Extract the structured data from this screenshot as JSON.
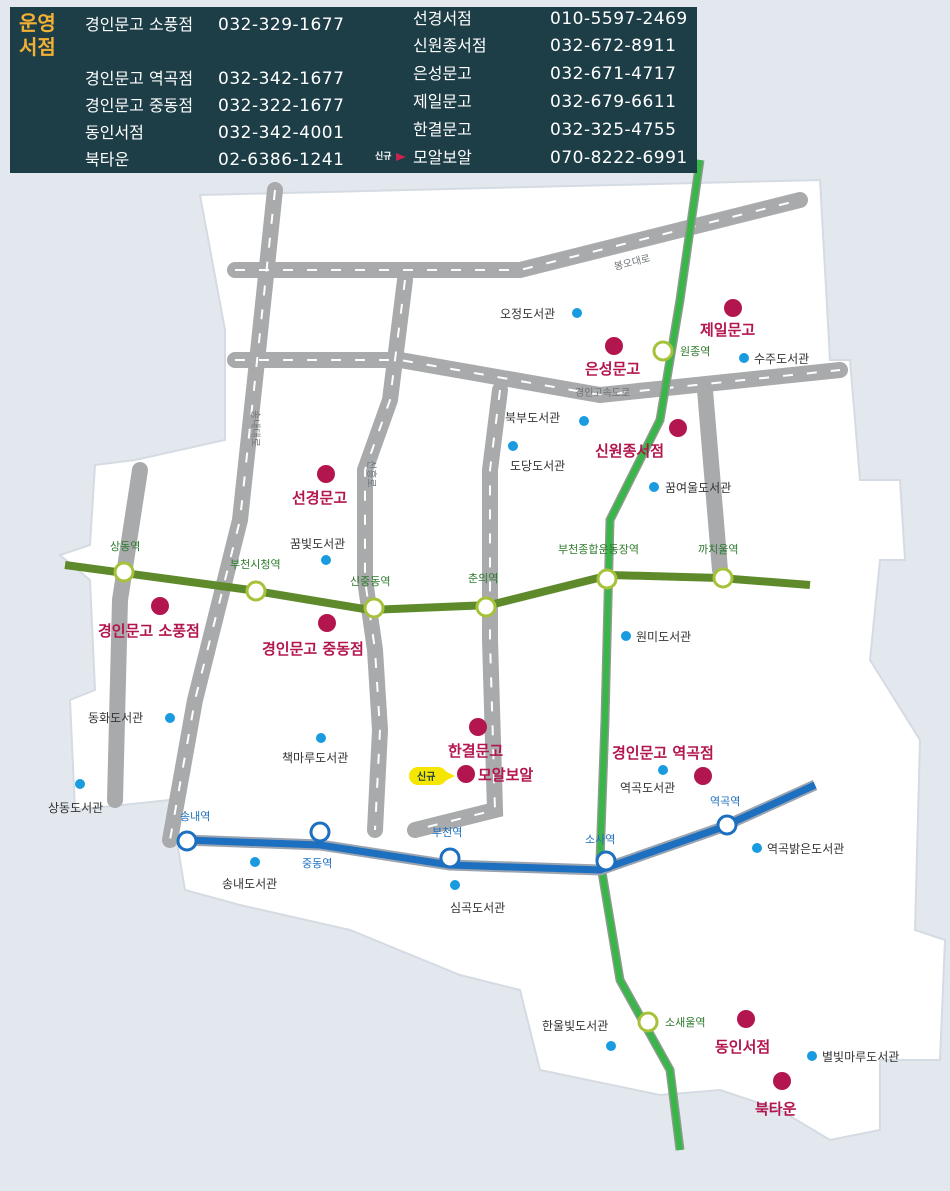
{
  "panel": {
    "title": "운영\n서점",
    "left_stores": [
      {
        "name": "경인문고 소풍점",
        "phone": "032-329-1677"
      },
      {
        "name": "경인문고 역곡점",
        "phone": "032-342-1677"
      },
      {
        "name": "경인문고 중동점",
        "phone": "032-322-1677"
      },
      {
        "name": "동인서점",
        "phone": "032-342-4001"
      },
      {
        "name": "북타운",
        "phone": "02-6386-1241"
      }
    ],
    "right_stores": [
      {
        "name": "선경서점",
        "phone": "010-5597-2469"
      },
      {
        "name": "신원종서점",
        "phone": "032-672-8911"
      },
      {
        "name": "은성문고",
        "phone": "032-671-4717"
      },
      {
        "name": "제일문고",
        "phone": "032-679-6611"
      },
      {
        "name": "한결문고",
        "phone": "032-325-4755"
      },
      {
        "name": "모알보알",
        "phone": "070-8222-6991"
      }
    ],
    "new_badge": "신규"
  },
  "colors": {
    "panel_bg": "#1d3d47",
    "panel_title": "#f2b134",
    "store": "#b3164f",
    "library": "#1a9be0",
    "line1": "#5e8a2c",
    "line7": "#3ab54a",
    "line_blue": "#1d6fc0",
    "station_ring": "#a6c23a",
    "road": "#a8aaab"
  },
  "roads": [
    "봉오대로",
    "경인고속도로",
    "송내대로",
    "신흥로"
  ],
  "stores_on_map": [
    "제일문고",
    "은성문고",
    "신원종서점",
    "선경문고",
    "경인문고 소풍점",
    "경인문고 중동점",
    "한결문고",
    "모알보알",
    "경인문고 역곡점",
    "동인서점",
    "북타운"
  ],
  "libraries": [
    "오정도서관",
    "수주도서관",
    "북부도서관",
    "도당도서관",
    "꿈여울도서관",
    "꿈빛도서관",
    "원미도서관",
    "동화도서관",
    "책마루도서관",
    "상동도서관",
    "역곡도서관",
    "역곡밝은도서관",
    "송내도서관",
    "심곡도서관",
    "한울빛도서관",
    "별빛마루도서관"
  ],
  "stations": [
    "원종역",
    "상동역",
    "부천시청역",
    "신중동역",
    "춘의역",
    "부천종합운동장역",
    "까치울역",
    "송내역",
    "중동역",
    "부천역",
    "소사역",
    "역곡역",
    "소새울역"
  ],
  "map_new_badge": "신규"
}
